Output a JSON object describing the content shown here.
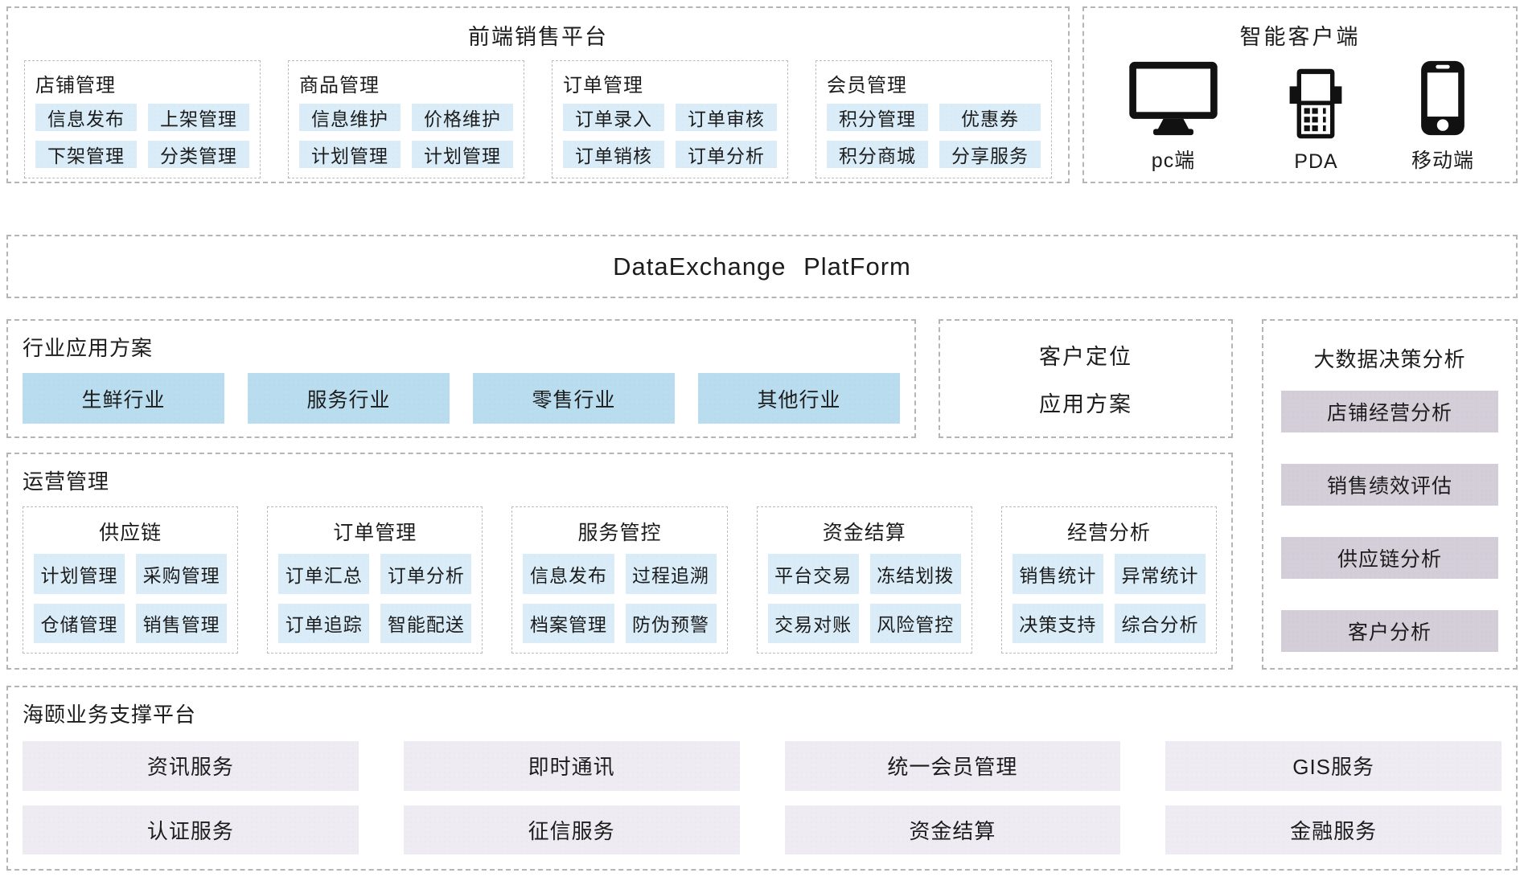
{
  "front_platform": {
    "title": "前端销售平台",
    "groups": [
      {
        "title": "店铺管理",
        "items": [
          "信息发布",
          "上架管理",
          "下架管理",
          "分类管理"
        ]
      },
      {
        "title": "商品管理",
        "items": [
          "信息维护",
          "价格维护",
          "计划管理",
          "计划管理"
        ]
      },
      {
        "title": "订单管理",
        "items": [
          "订单录入",
          "订单审核",
          "订单销核",
          "订单分析"
        ]
      },
      {
        "title": "会员管理",
        "items": [
          "积分管理",
          "优惠券",
          "积分商城",
          "分享服务"
        ]
      }
    ]
  },
  "smart_client": {
    "title": "智能客户端",
    "devices": [
      {
        "label": "pc端",
        "icon": "monitor-icon"
      },
      {
        "label": "PDA",
        "icon": "pda-icon"
      },
      {
        "label": "移动端",
        "icon": "mobile-phone-icon"
      }
    ]
  },
  "data_exchange": {
    "title": "DataExchange PlatForm"
  },
  "industry_solutions": {
    "title": "行业应用方案",
    "items": [
      "生鲜行业",
      "服务行业",
      "零售行业",
      "其他行业"
    ]
  },
  "customer_positioning": {
    "line1": "客户定位",
    "line2": "应用方案"
  },
  "big_data": {
    "title": "大数据决策分析",
    "items": [
      "店铺经营分析",
      "销售绩效评估",
      "供应链分析",
      "客户分析"
    ]
  },
  "operations": {
    "title": "运营管理",
    "groups": [
      {
        "title": "供应链",
        "items": [
          "计划管理",
          "采购管理",
          "仓储管理",
          "销售管理"
        ]
      },
      {
        "title": "订单管理",
        "items": [
          "订单汇总",
          "订单分析",
          "订单追踪",
          "智能配送"
        ]
      },
      {
        "title": "服务管控",
        "items": [
          "信息发布",
          "过程追溯",
          "档案管理",
          "防伪预警"
        ]
      },
      {
        "title": "资金结算",
        "items": [
          "平台交易",
          "冻结划拨",
          "交易对账",
          "风险管控"
        ]
      },
      {
        "title": "经营分析",
        "items": [
          "销售统计",
          "异常统计",
          "决策支持",
          "综合分析"
        ]
      }
    ]
  },
  "support_platform": {
    "title": "海颐业务支撑平台",
    "rows": [
      [
        "资讯服务",
        "即时通讯",
        "统一会员管理",
        "GIS服务"
      ],
      [
        "认证服务",
        "征信服务",
        "资金结算",
        "金融服务"
      ]
    ]
  },
  "colors": {
    "chip_blue": "#daecf7",
    "industry_blue": "#b9ddee",
    "bigdata_lavender": "#d4ced9",
    "service_lavender": "#eeecf2",
    "border_gray": "#b5b5b5",
    "text": "#1c1c1c"
  }
}
